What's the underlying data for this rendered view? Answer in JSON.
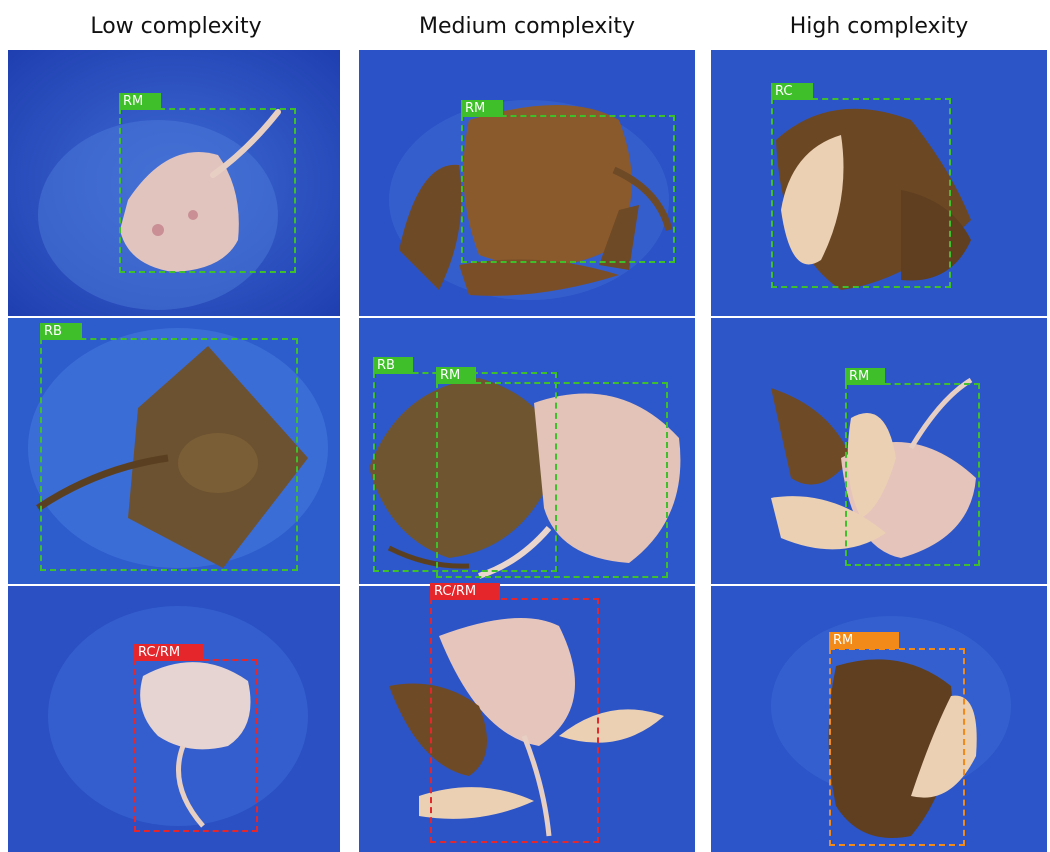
{
  "columns": [
    "Low complexity",
    "Medium complexity",
    "High complexity"
  ],
  "colors": {
    "green": "#3fbf2a",
    "red": "#e5262b",
    "orange": "#f28a19",
    "background_blue": "#2a4fc2",
    "skate_brown": "#6e4a26",
    "skate_pale": "#e3c2b8",
    "fish_pale": "#ecd0b4"
  },
  "panels": [
    {
      "id": "low-1",
      "label": "RM",
      "color": "green"
    },
    {
      "id": "med-1",
      "label": "RM",
      "color": "green"
    },
    {
      "id": "high-1",
      "label": "RC",
      "color": "green"
    },
    {
      "id": "low-2",
      "label": "RB",
      "color": "green"
    },
    {
      "id": "med-2",
      "labels": [
        "RB",
        "RM"
      ],
      "color": "green"
    },
    {
      "id": "high-2",
      "label": "RM",
      "color": "green"
    },
    {
      "id": "low-3",
      "label": "RC/RM",
      "color": "red"
    },
    {
      "id": "med-3",
      "label": "RC/RM",
      "color": "red"
    },
    {
      "id": "high-3",
      "label": "RM",
      "color": "orange"
    }
  ]
}
